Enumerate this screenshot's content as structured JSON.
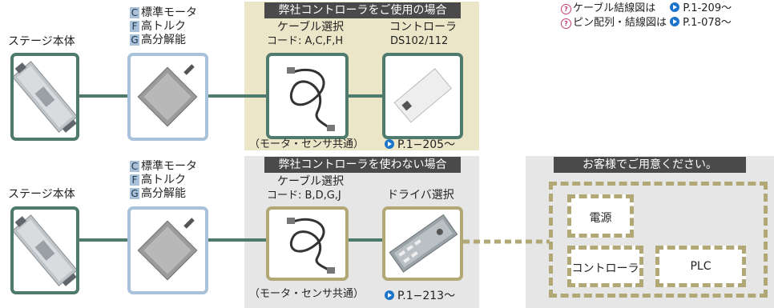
{
  "notes": {
    "cable_wiring": "ケーブル結線図は",
    "cable_wiring_ref": "P.1-209～",
    "pin_layout": "ピン配列・結線図は",
    "pin_layout_ref": "P.1-078～"
  },
  "top_row": {
    "stage_label": "ステージ本体",
    "motor_options": [
      {
        "code": "C",
        "label": "標準モータ"
      },
      {
        "code": "F",
        "label": "高トルク"
      },
      {
        "code": "G",
        "label": "高分解能"
      }
    ],
    "panel_title": "弊社コントローラをご使用の場合",
    "cable_title": "ケーブル選択",
    "cable_codes": "コード: A,C,F,H",
    "cable_note": "（モータ・センサ共通）",
    "controller_title": "コントローラ",
    "controller_model": "DS102/112",
    "controller_ref": "P.1−205～"
  },
  "bottom_row": {
    "stage_label": "ステージ本体",
    "motor_options": [
      {
        "code": "C",
        "label": "標準モータ"
      },
      {
        "code": "F",
        "label": "高トルク"
      },
      {
        "code": "G",
        "label": "高分解能"
      }
    ],
    "panel_title": "弊社コントローラを使わない場合",
    "cable_title": "ケーブル選択",
    "cable_codes": "コード: B,D,G,J",
    "cable_note": "（モータ・センサ共通）",
    "driver_title": "ドライバ選択",
    "driver_ref": "P.1−213～"
  },
  "customer_panel": {
    "title": "お客様でご用意ください。",
    "power": "電源",
    "controller": "コントローラ",
    "plc": "PLC"
  }
}
